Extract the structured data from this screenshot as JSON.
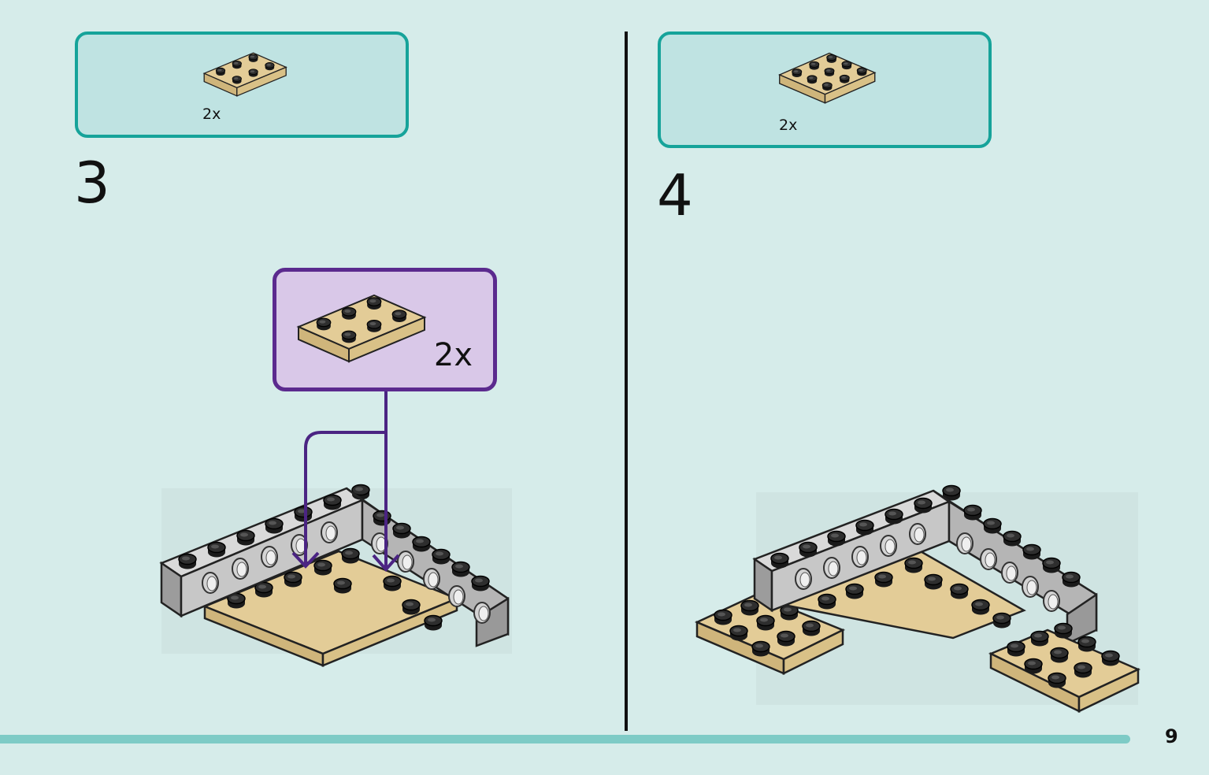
{
  "step3": {
    "number": "3",
    "parts_quantity": "2x",
    "callout_quantity": "2x"
  },
  "step4": {
    "number": "4",
    "parts_quantity": "2x"
  },
  "page_number": "9",
  "colors": {
    "background": "#d6ecea",
    "parts_box_fill": "#bfe3e2",
    "parts_box_border": "#16a39a",
    "callout_fill": "#d9c8e8",
    "callout_border": "#5b2a8e",
    "tan_brick": "#e3cc97",
    "gray_brick": "#c7c7c7"
  },
  "icons": [
    "tan-plate-2x3-icon",
    "tan-plate-3x3-icon",
    "arrow-down-icon"
  ]
}
